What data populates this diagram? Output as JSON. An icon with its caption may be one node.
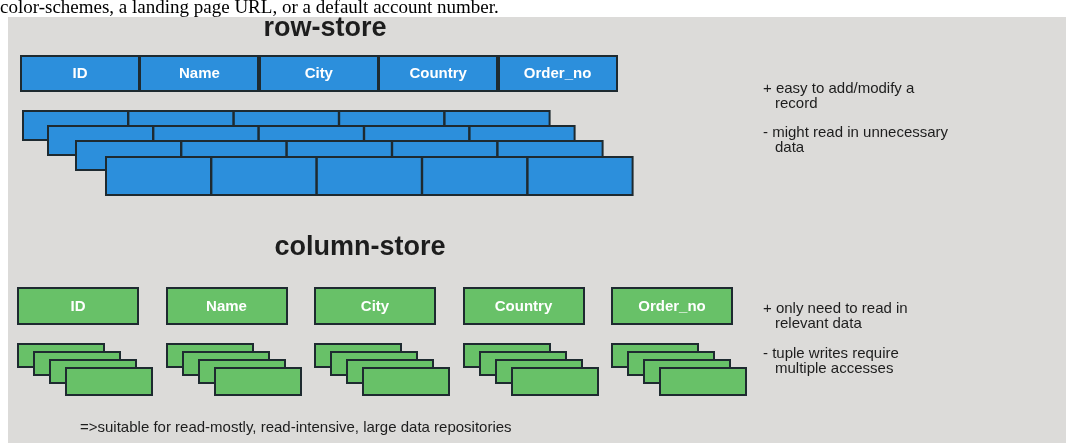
{
  "diagram": {
    "nodes": [
      {
        "text": [
          "ID"
        ]
      },
      {
        "text": [
          "Name"
        ]
      },
      {
        "text": [
          "City"
        ]
      },
      {
        "text": [
          "Country"
        ]
      },
      {
        "text": [
          "Order_no"
        ]
      },
      {
        "text": [
          "ID"
        ]
      },
      {
        "text": [
          "Name"
        ]
      },
      {
        "text": [
          "City"
        ]
      },
      {
        "text": [
          "Country"
        ]
      },
      {
        "text": [
          "Order_no"
        ]
      }
    ],
    "labels": [
      "color-schemes, a landing page URL, or a default account number.",
      "row-store",
      "+ easy to add/modify a record",
      "- might read in unnecessary data",
      "column-store",
      "+ only need to read in relevant data",
      "- tuple writes require multiple accesses",
      "=>suitable for read-mostly, read-intensive, large data repositories"
    ]
  }
}
